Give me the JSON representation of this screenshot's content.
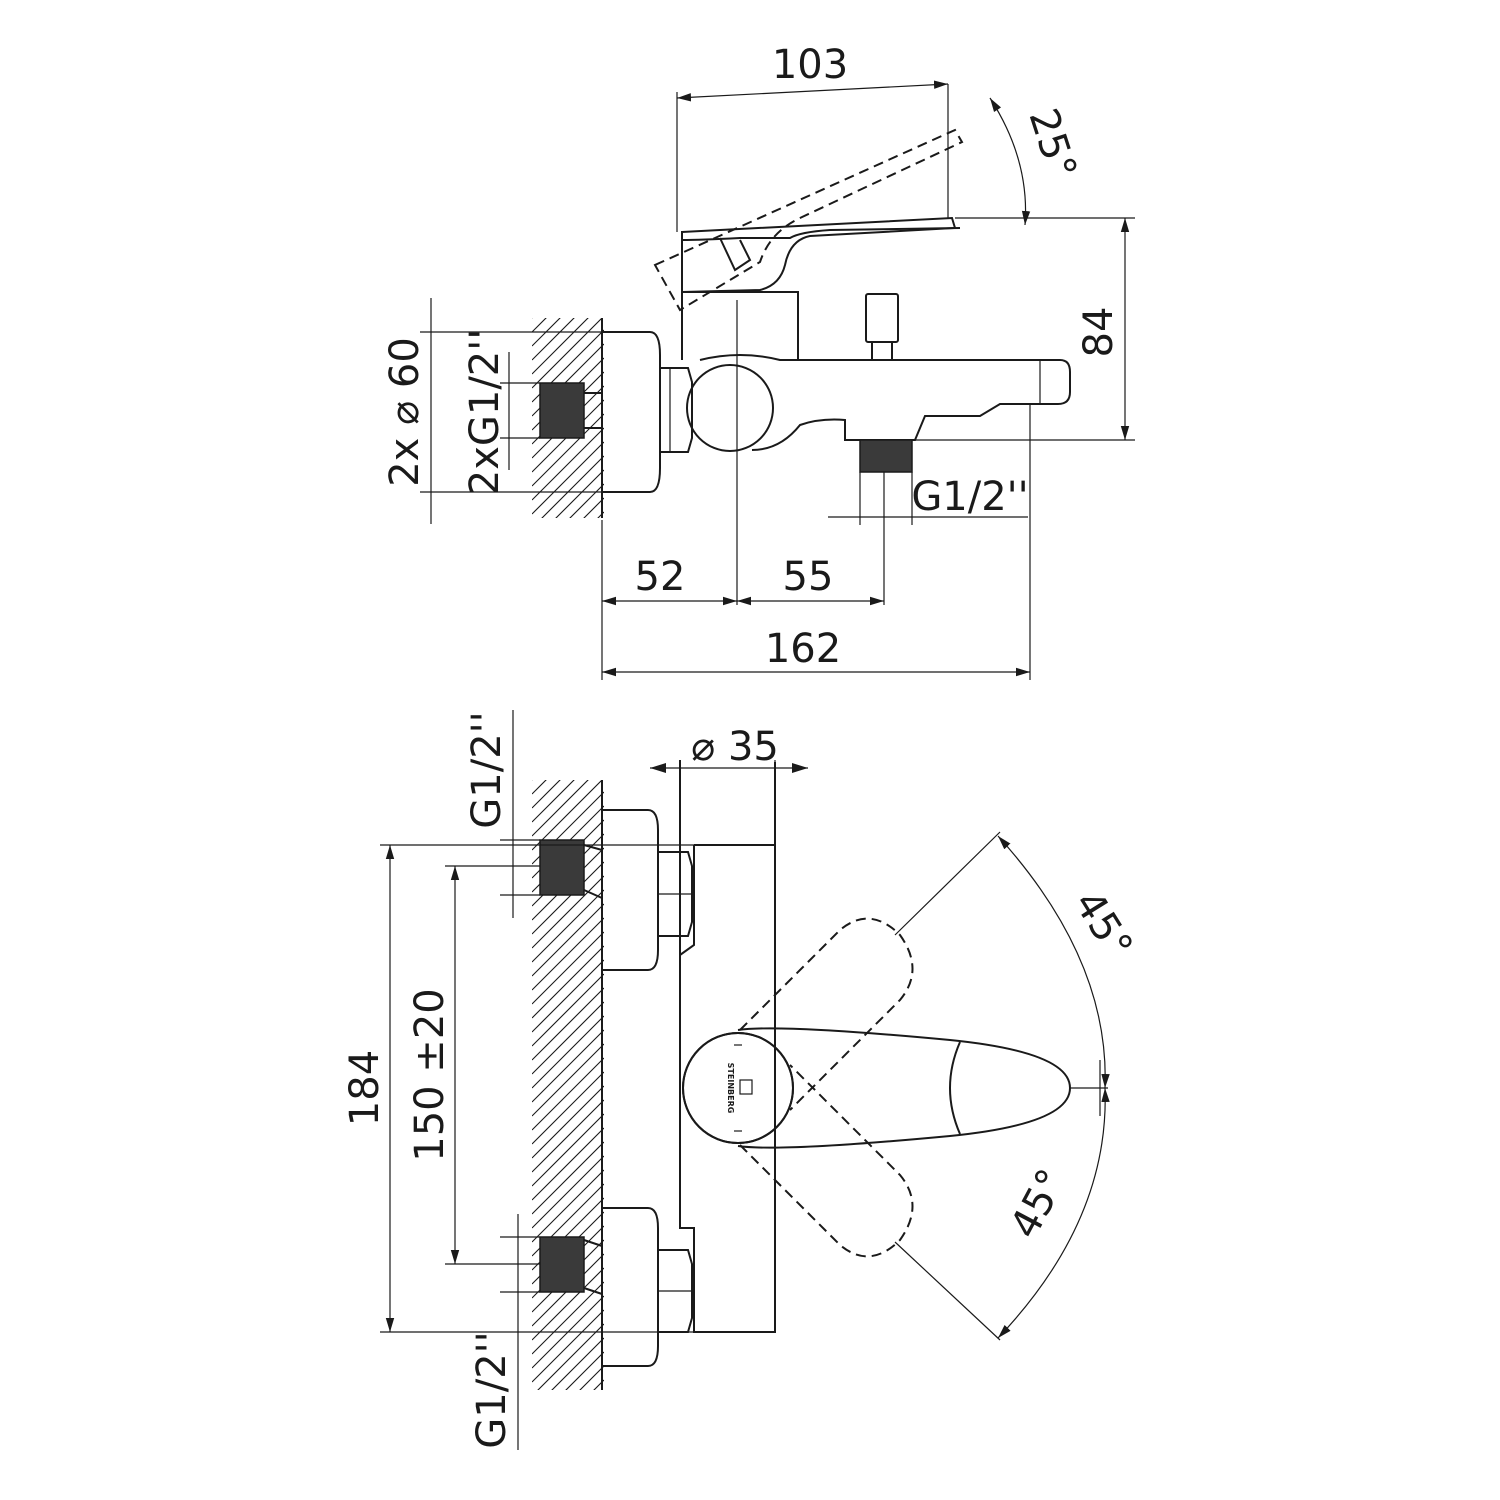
{
  "dimensions": {
    "top_width": "103",
    "lever_angle_top": "25°",
    "height_right": "84",
    "escutcheon": "2x ⌀ 60",
    "inlet_thread_pair": "2xG1/2''",
    "outlet_thread": "G1/2''",
    "offset_wall_body": "52",
    "offset_body_outlet": "55",
    "total_depth": "162",
    "body_diameter": "⌀ 35",
    "inlet_thread_top": "G1/2''",
    "inlet_thread_bottom": "G1/2''",
    "overall_height": "184",
    "centre_distance": "150 ±20",
    "rotation_upper": "45°",
    "rotation_lower": "45°"
  },
  "logo": {
    "brand": "STEINBERG"
  }
}
